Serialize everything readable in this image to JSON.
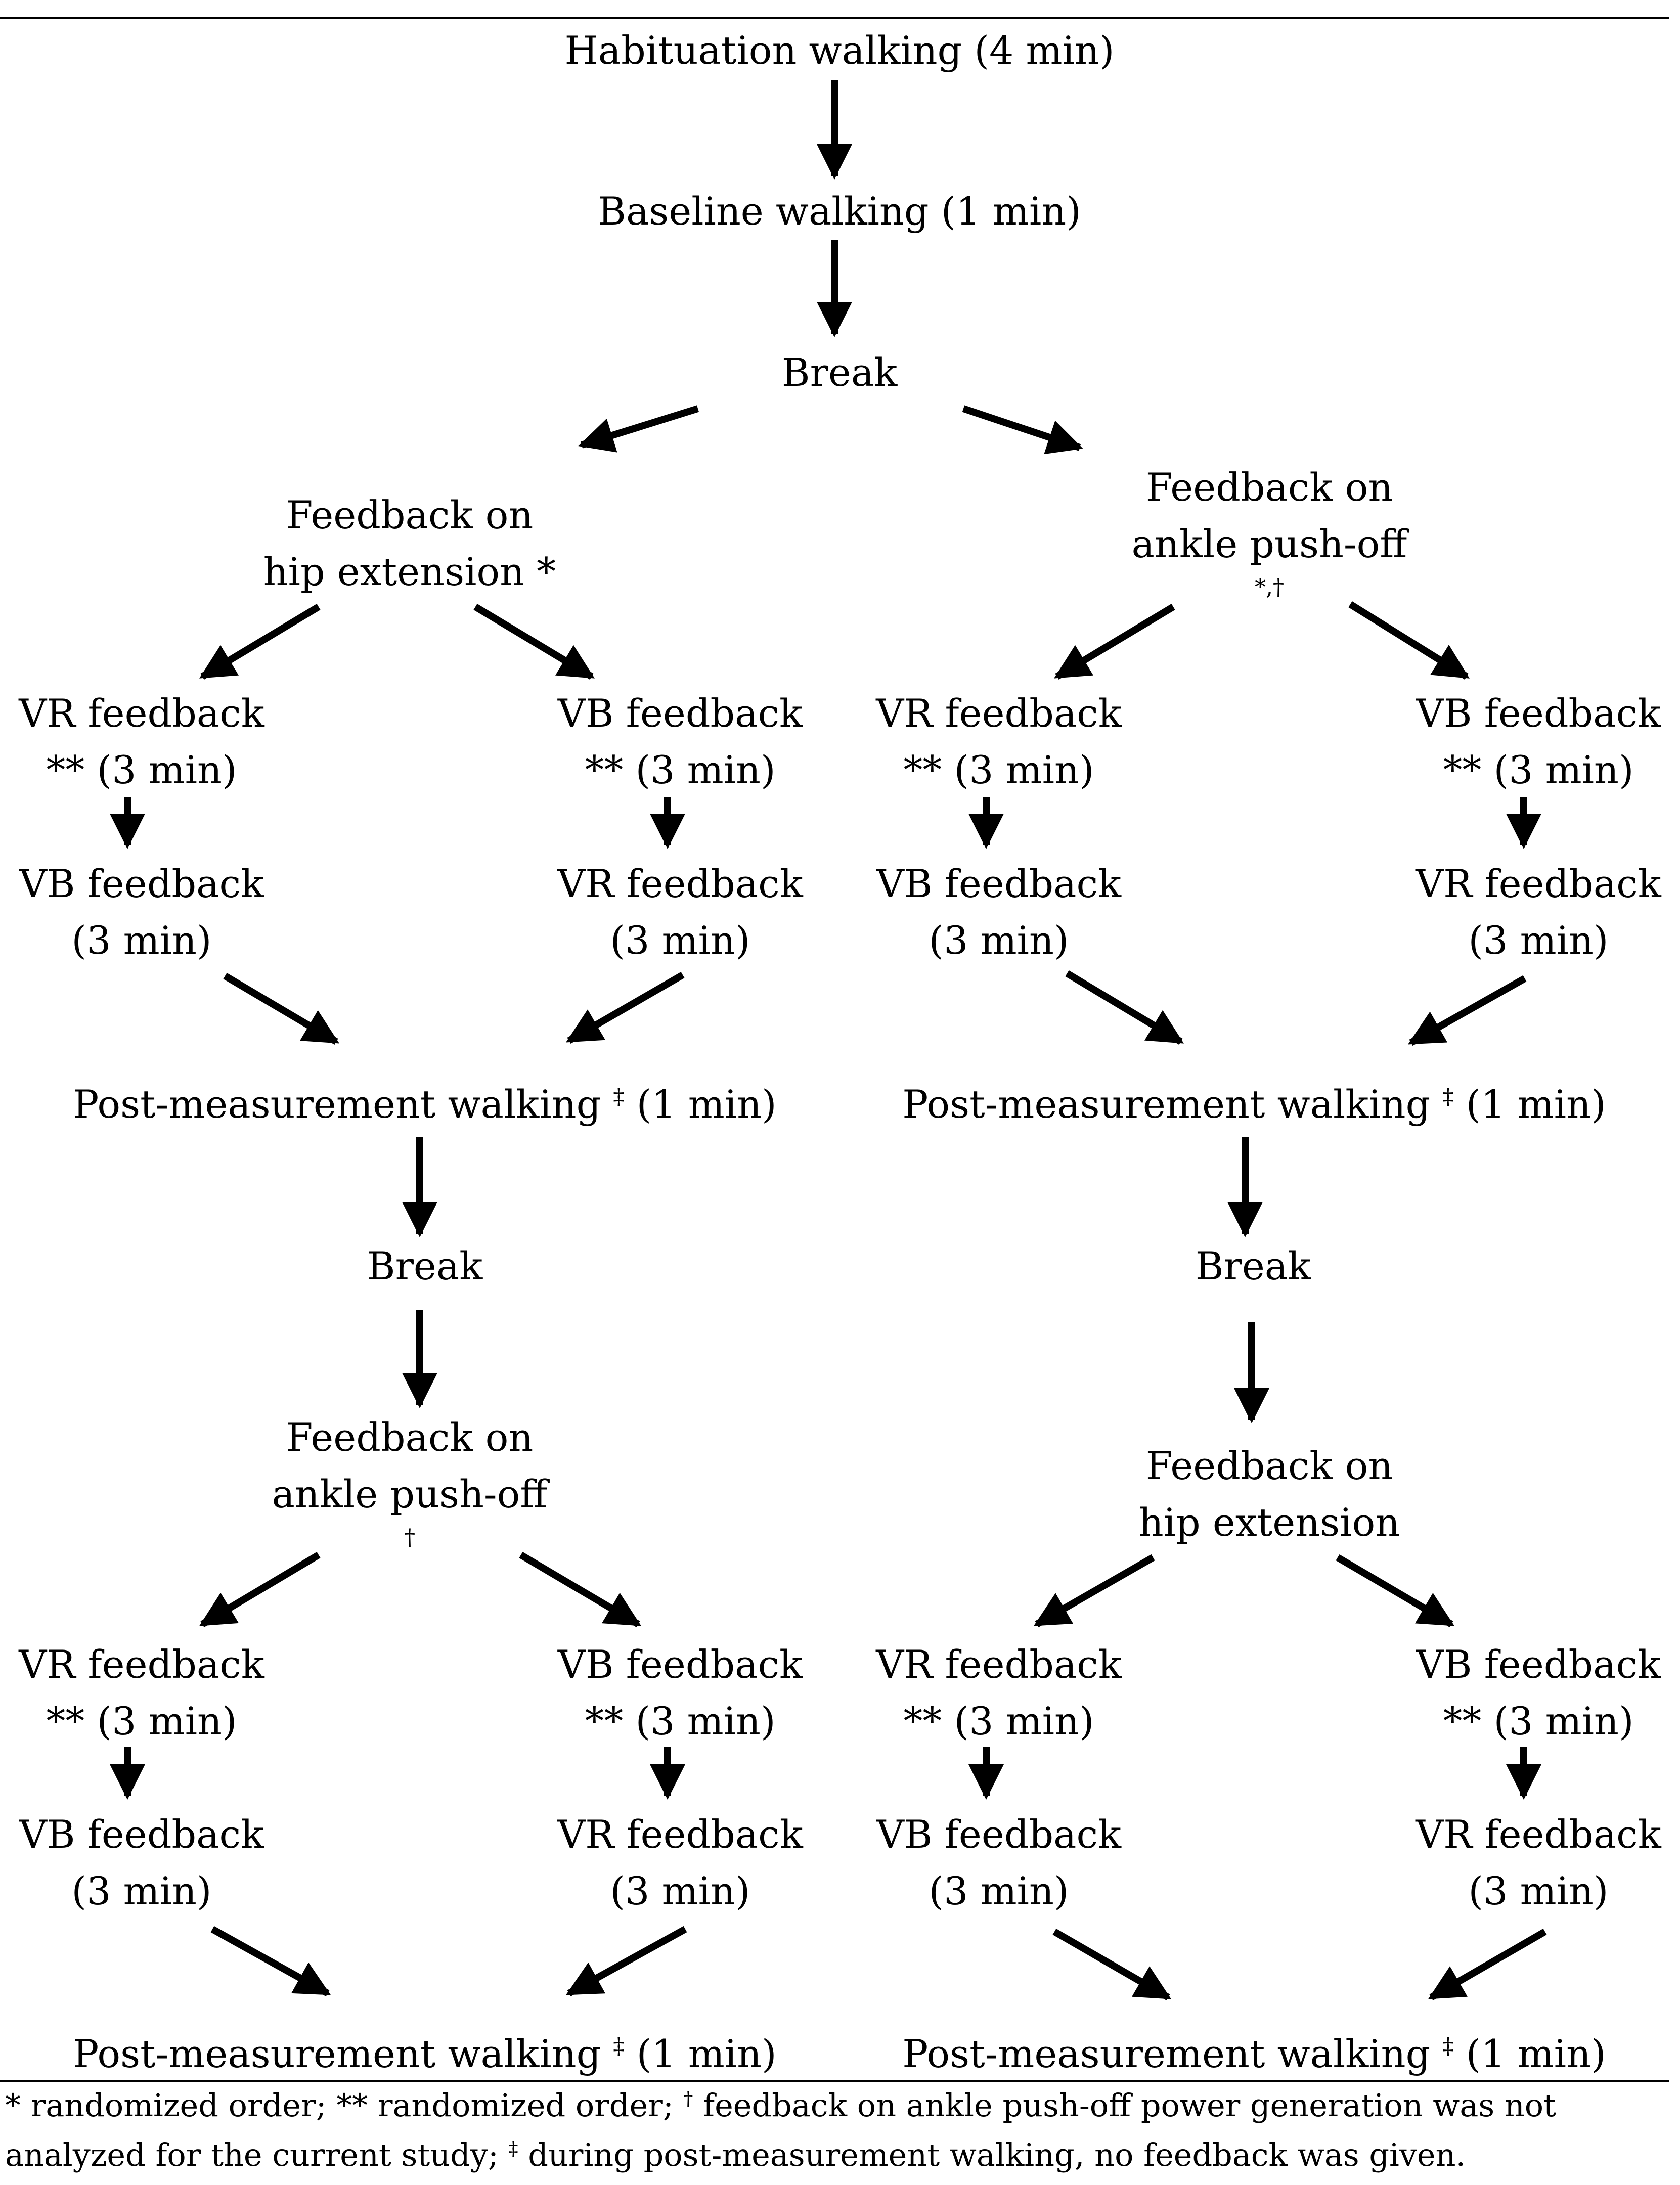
{
  "nodes": {
    "habituation": "Habituation walking (4 min)",
    "baseline": "Baseline walking (1 min)",
    "break_top": "Break",
    "left": {
      "hip_line1": "Feedback on",
      "hip_line2": "hip extension *",
      "a_vr_line1": "VR feedback",
      "a_vr_line2": "** (3 min)",
      "a_vb_line1": "VB feedback",
      "a_vb_line2": "(3 min)",
      "b_vb_line1": "VB feedback",
      "b_vb_line2": "** (3 min)",
      "b_vr_line1": "VR feedback",
      "b_vr_line2": "(3 min)",
      "post1_text": "Post-measurement walking",
      "post1_mark": "‡",
      "post1_time": "(1 min)",
      "break": "Break",
      "ankle_line1": "Feedback on",
      "ankle_line2": "ankle push-off",
      "ankle_mark": "†",
      "c_vr_line1": "VR feedback",
      "c_vr_line2": "** (3 min)",
      "c_vb_line1": "VB feedback",
      "c_vb_line2": "(3 min)",
      "d_vb_line1": "VB feedback",
      "d_vb_line2": "** (3 min)",
      "d_vr_line1": "VR feedback",
      "d_vr_line2": "(3 min)",
      "post2_text": "Post-measurement walking",
      "post2_mark": "‡",
      "post2_time": "(1 min)"
    },
    "right": {
      "ankle_line1": "Feedback on",
      "ankle_line2": "ankle push-off",
      "ankle_mark": "*,†",
      "a_vr_line1": "VR feedback",
      "a_vr_line2": "** (3 min)",
      "a_vb_line1": "VB feedback",
      "a_vb_line2": "(3 min)",
      "b_vb_line1": "VB feedback",
      "b_vb_line2": "** (3 min)",
      "b_vr_line1": "VR feedback",
      "b_vr_line2": "(3 min)",
      "post1_text": "Post-measurement walking",
      "post1_mark": "‡",
      "post1_time": "(1 min)",
      "break": "Break",
      "hip_line1": "Feedback on",
      "hip_line2": "hip extension",
      "c_vr_line1": "VR feedback",
      "c_vr_line2": "** (3 min)",
      "c_vb_line1": "VB feedback",
      "c_vb_line2": "(3 min)",
      "d_vb_line1": "VB feedback",
      "d_vb_line2": "** (3 min)",
      "d_vr_line1": "VR feedback",
      "d_vr_line2": "(3 min)",
      "post2_text": "Post-measurement walking",
      "post2_mark": "‡",
      "post2_time": "(1 min)"
    }
  },
  "footnote": {
    "part1": "* randomized order; ** randomized order; ",
    "dagger": "†",
    "part2": " feedback on ankle push-off power generation was not analyzed for the current study; ",
    "ddagger": "‡",
    "part3": " during post-measurement walking, no feedback was given."
  },
  "colors": {
    "ink": "#000000",
    "background": "#ffffff"
  }
}
